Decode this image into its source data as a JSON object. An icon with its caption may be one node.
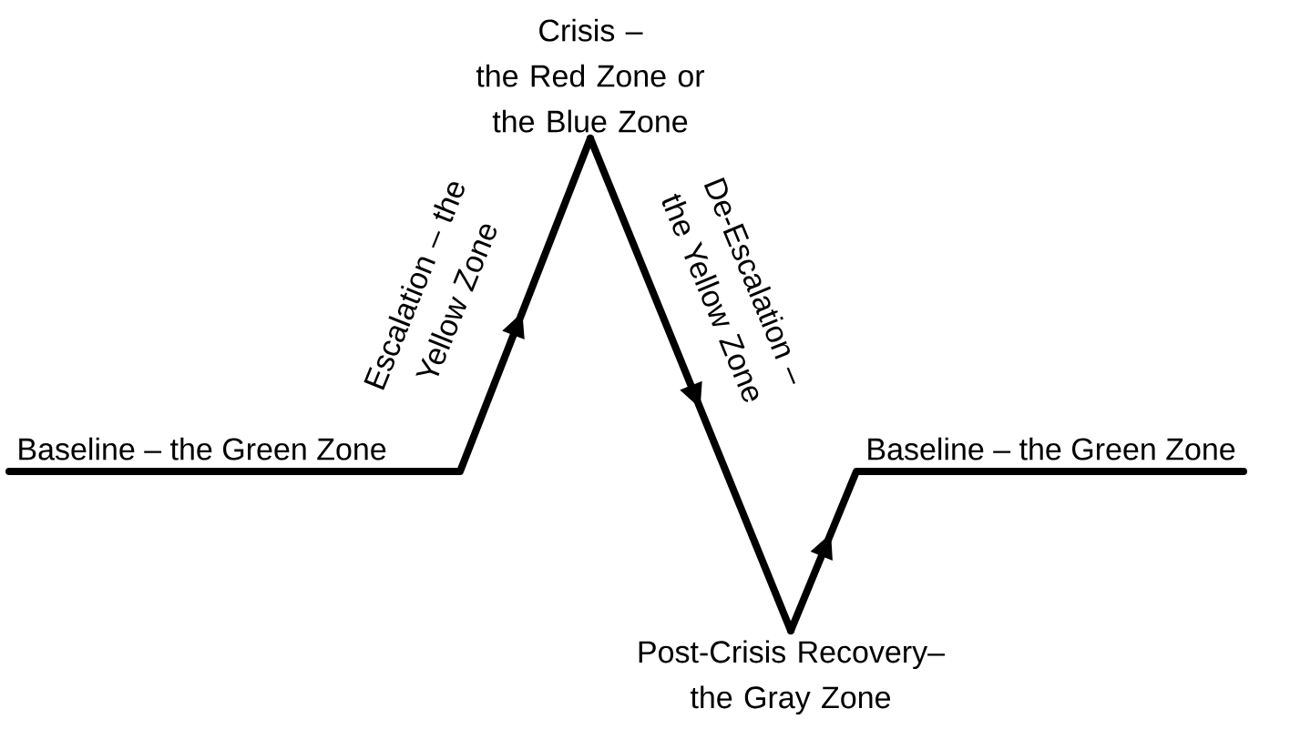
{
  "diagram": {
    "nodes": [
      {
        "text": [
          "Baseline – the Green Zone"
        ]
      },
      {
        "text": [
          "Crisis –",
          "the Red Zone or the Blue Zone"
        ]
      },
      {
        "text": [
          "Post-Crisis Recovery– the Gray Zone"
        ]
      },
      {
        "text": [
          "Baseline – the Green Zone"
        ]
      }
    ],
    "edges": [
      {
        "from": 0,
        "to": 1,
        "arrow": "to",
        "label": "Escalation – the Yellow Zone"
      },
      {
        "from": 1,
        "to": 2,
        "arrow": "to",
        "label": "De-Escalation – the Yellow Zone"
      },
      {
        "from": 2,
        "to": 3,
        "arrow": "to"
      }
    ]
  }
}
